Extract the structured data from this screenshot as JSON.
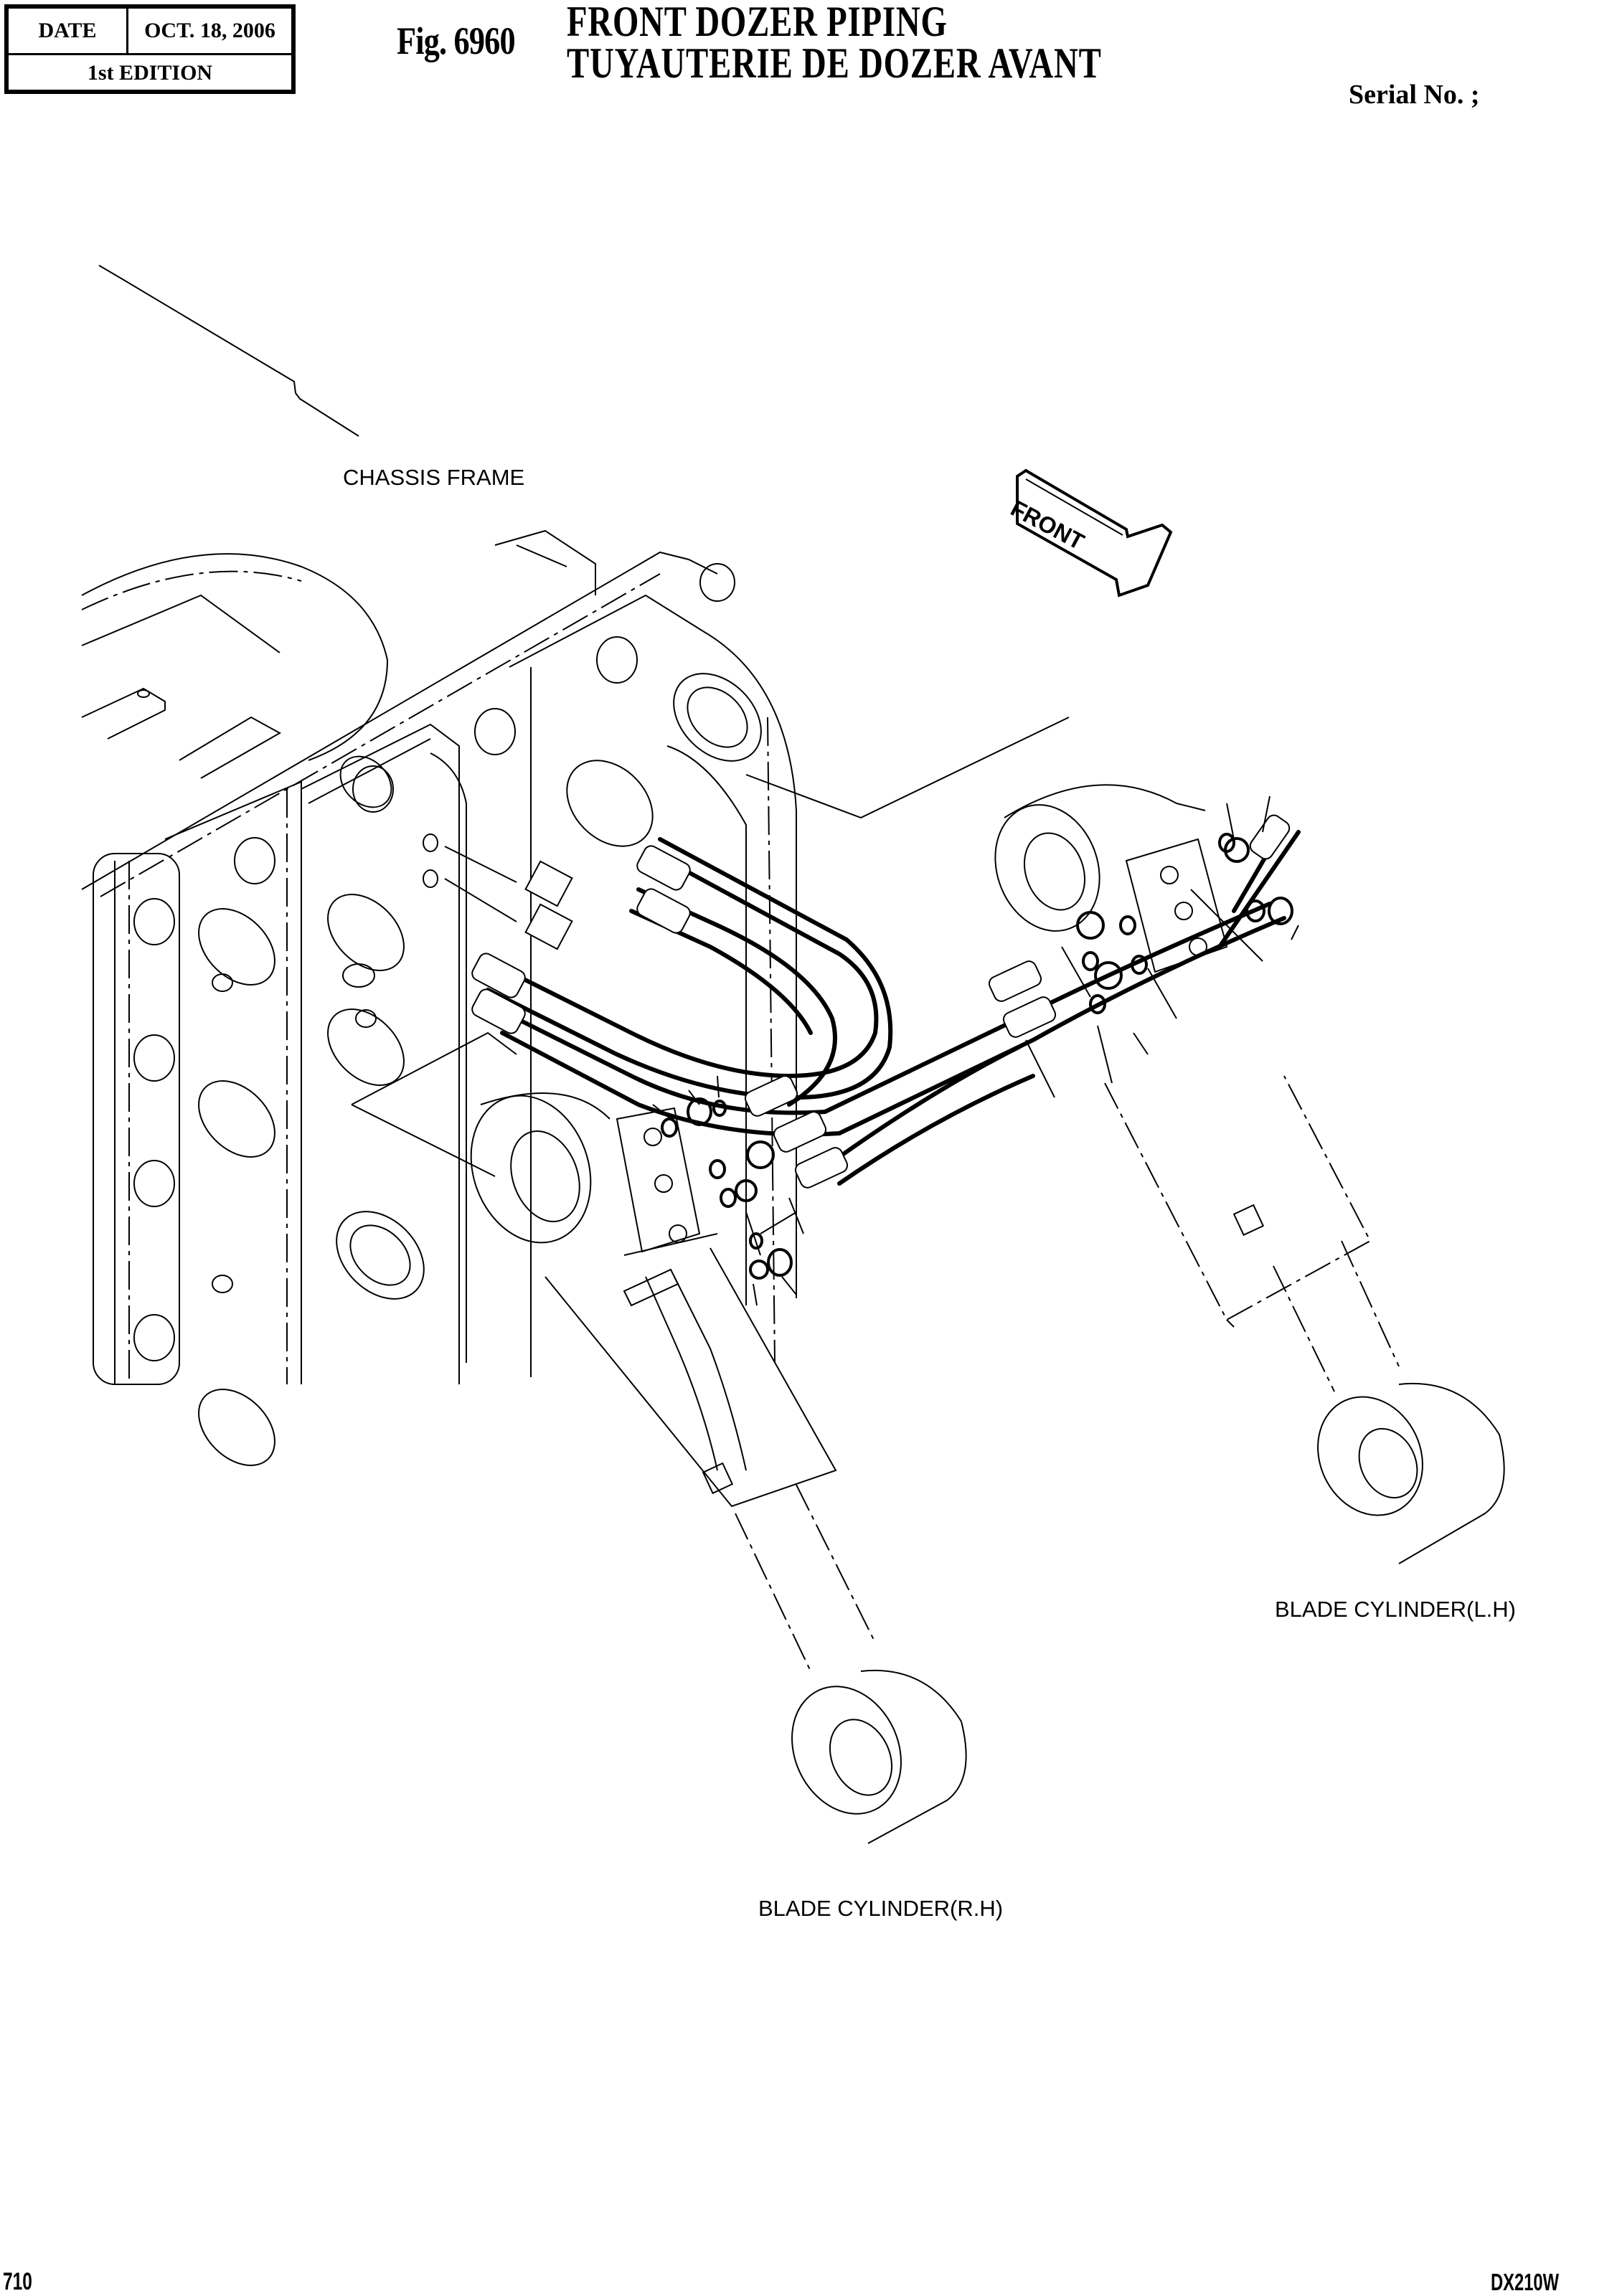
{
  "header": {
    "date_label": "DATE",
    "date_value": "OCT. 18, 2006",
    "edition": "1st EDITION",
    "figure_number": "Fig. 6960",
    "title_en": "FRONT DOZER PIPING",
    "title_fr": "TUYAUTERIE DE DOZER AVANT",
    "serial_label": "Serial No. ;"
  },
  "diagram": {
    "labels": {
      "chassis_frame": "CHASSIS FRAME",
      "front_arrow": "FRONT",
      "blade_cylinder_lh": "BLADE CYLINDER(L.H)",
      "blade_cylinder_rh": "BLADE CYLINDER(R.H)"
    },
    "components": [
      {
        "name": "chassis-frame"
      },
      {
        "name": "front-direction-arrow"
      },
      {
        "name": "hydraulic-hoses",
        "count": 4
      },
      {
        "name": "blade-cylinder-lh"
      },
      {
        "name": "blade-cylinder-rh"
      },
      {
        "name": "elbow-fittings"
      },
      {
        "name": "o-rings"
      },
      {
        "name": "adapters"
      },
      {
        "name": "plugs"
      }
    ]
  },
  "footer": {
    "page_number": "710",
    "model": "DX210W"
  }
}
